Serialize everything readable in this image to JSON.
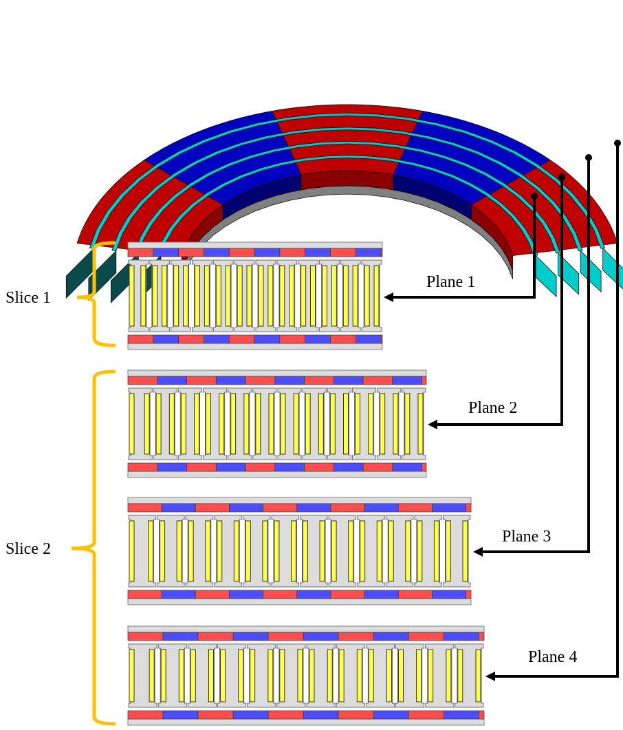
{
  "colors": {
    "magnet_red_3d": "#c00000",
    "magnet_red_3d_side": "#8a0000",
    "magnet_blue_3d": "#0000c0",
    "magnet_blue_3d_side": "#000070",
    "back_iron_3d": "#808080",
    "back_iron_3d_dark": "#3a3a3a",
    "stator_plate_3d": "#00cccc",
    "stator_plate_3d_dark": "#0a4a4a",
    "magnet_red_2d": "#ff4d4d",
    "magnet_blue_2d": "#4d4dff",
    "iron_2d": "#dcdcdc",
    "coil_2d": "#ffff4d",
    "brace": "#ffc000",
    "connector": "#000000"
  },
  "model_3d": {
    "name": "Arc-shaped axial flux machine segment",
    "magnet_pattern": [
      "red",
      "blue",
      "red",
      "blue",
      "red"
    ],
    "stator_layers": 4
  },
  "slices": [
    {
      "label": "Slice 1",
      "planes": [
        1
      ]
    },
    {
      "label": "Slice 2",
      "planes": [
        2,
        3,
        4
      ]
    }
  ],
  "planes": [
    {
      "label": "Plane 1",
      "magnet_sequence": [
        "red",
        "blue",
        "red",
        "blue",
        "red",
        "blue",
        "red",
        "blue",
        "red",
        "blue"
      ],
      "teeth_count": 12
    },
    {
      "label": "Plane 2",
      "magnet_sequence": [
        "red",
        "blue",
        "red",
        "blue",
        "red",
        "blue",
        "red",
        "blue",
        "red",
        "blue"
      ],
      "teeth_count": 12
    },
    {
      "label": "Plane 3",
      "magnet_sequence": [
        "red",
        "blue",
        "red",
        "blue",
        "red",
        "blue",
        "red",
        "blue",
        "red",
        "blue"
      ],
      "teeth_count": 12
    },
    {
      "label": "Plane 4",
      "magnet_sequence": [
        "red",
        "blue",
        "red",
        "blue",
        "red",
        "blue",
        "red",
        "blue",
        "red",
        "blue"
      ],
      "teeth_count": 12
    }
  ]
}
